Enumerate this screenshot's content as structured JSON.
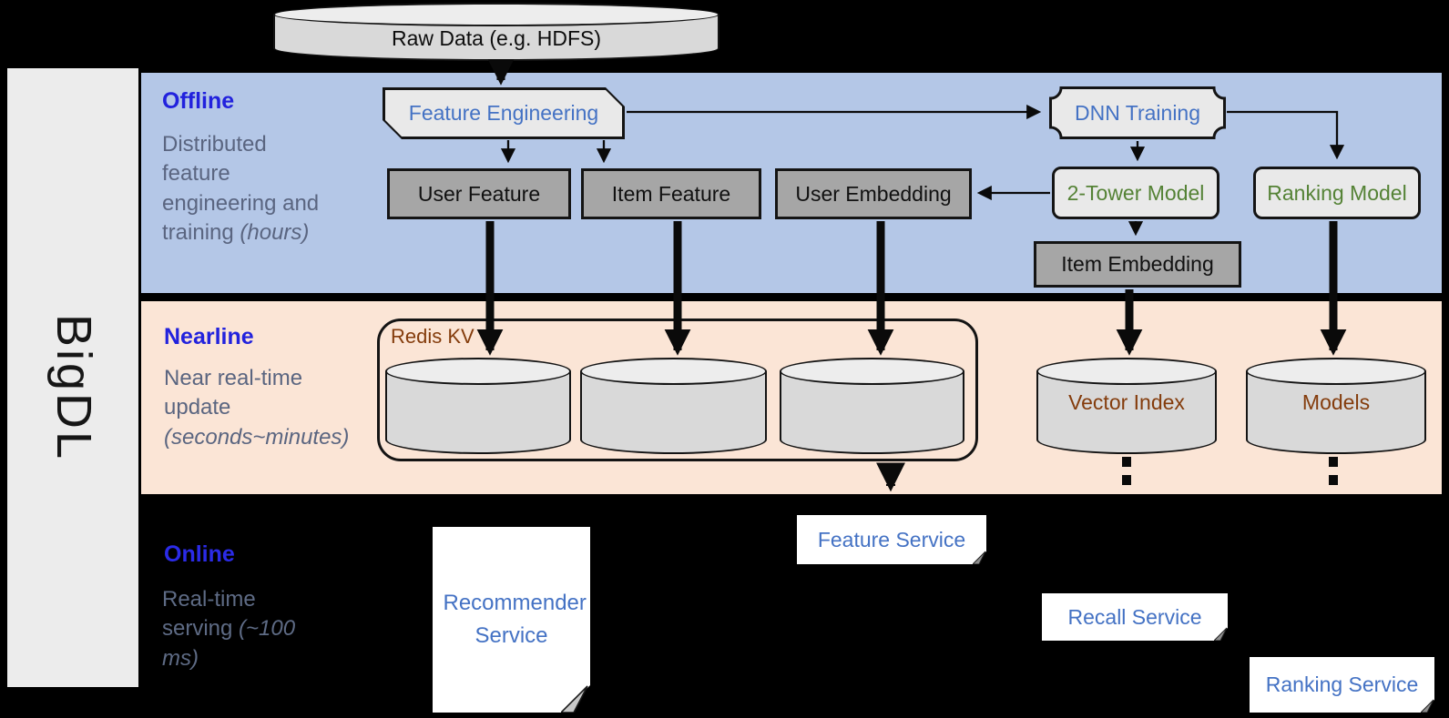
{
  "diagram_title": "BigDL",
  "colors": {
    "band_blue": "#B4C7E7",
    "band_orange": "#FBE5D6",
    "title_blue": "#2222DD",
    "node_gray": "#A6A6A6",
    "accent_blue_text": "#4472C4",
    "green_text": "#548235",
    "brown_text": "#843C0C"
  },
  "sidebar": {
    "label": "BigDL"
  },
  "source": {
    "label": "Raw Data (e.g. HDFS)"
  },
  "bands": {
    "offline": {
      "title": "Offline",
      "desc": "Distributed feature engineering and training",
      "desc_italic": "(hours)"
    },
    "nearline": {
      "title": "Nearline",
      "desc": "Near real-time update",
      "desc_italic": "(seconds~minutes)"
    },
    "online": {
      "title": "Online",
      "desc": "Real-time serving",
      "desc_italic": "(~100 ms)"
    }
  },
  "offline_nodes": {
    "feature_engineering": "Feature Engineering",
    "dnn_training": "DNN Training",
    "user_feature": "User Feature",
    "item_feature": "Item Feature",
    "user_embedding": "User Embedding",
    "two_tower_model": "2-Tower Model",
    "ranking_model": "Ranking Model",
    "item_embedding": "Item Embedding"
  },
  "nearline_nodes": {
    "redis_kv": "Redis KV",
    "vector_index": "Vector Index",
    "models": "Models"
  },
  "online_nodes": {
    "recommender_service": "Recommender Service",
    "feature_service": "Feature Service",
    "recall_service": "Recall Service",
    "ranking_service": "Ranking Service"
  }
}
